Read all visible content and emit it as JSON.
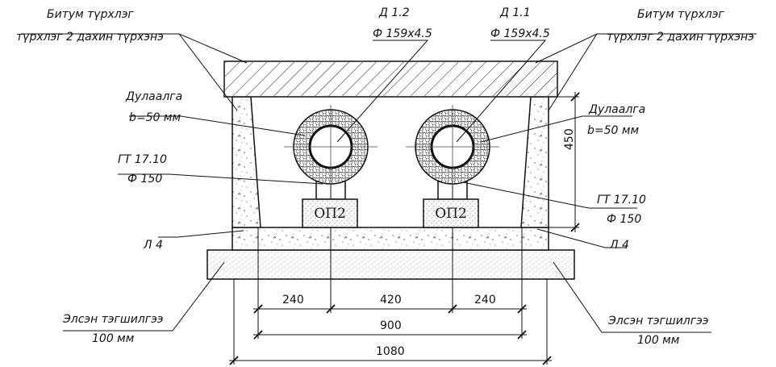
{
  "labels": {
    "bitum_left_1": "Битум түрхлэг",
    "bitum_left_2": "түрхлэг 2 дахин түрхэнэ",
    "bitum_right_1": "Битум түрхлэг",
    "bitum_right_2": "түрхлэг 2 дахин түрхэнэ",
    "pipe1_name": "Д 1.2",
    "pipe1_size": "Ф 159х4.5",
    "pipe2_name": "Д 1.1",
    "pipe2_size": "Ф 159х4.5",
    "insul_left_1": "Дулаалга",
    "insul_left_2": "b=50 мм",
    "insul_right_1": "Дулаалга",
    "insul_right_2": "b=50 мм",
    "gt_left_1": "ГТ  17.10",
    "gt_left_2": "Ф 150",
    "gt_right_1": "ГТ  17.10",
    "gt_right_2": "Ф 150",
    "l4_left": "Л 4",
    "l4_right": "Л 4",
    "sand_left_1": "Элсэн тэгшилгээ",
    "sand_left_2": "100 мм",
    "sand_right_1": "Элсэн тэгшилгээ",
    "sand_right_2": "100 мм",
    "support_left": "ОП2",
    "support_right": "ОП2"
  },
  "dimensions": {
    "d240_left": "240",
    "d420": "420",
    "d240_right": "240",
    "d900": "900",
    "d1080": "1080",
    "d450": "450"
  }
}
